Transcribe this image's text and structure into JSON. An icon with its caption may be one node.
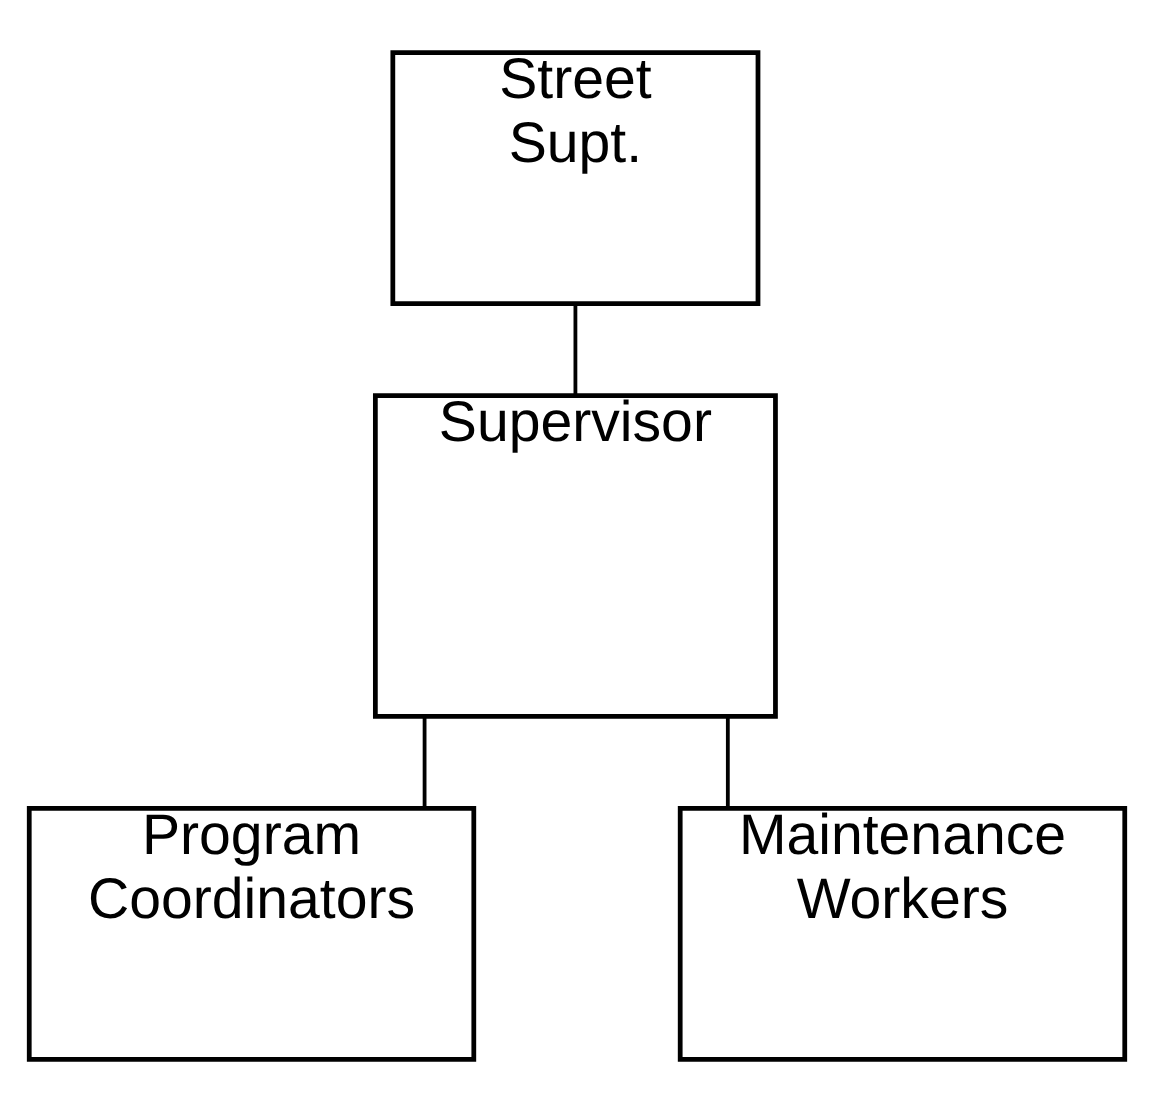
{
  "diagram": {
    "nodes": [
      {
        "text": [
          "Street Supt."
        ]
      },
      {
        "text": [
          "Supervisor"
        ]
      },
      {
        "text": [
          "Program Coordinators"
        ]
      },
      {
        "text": [
          "Maintenance Workers"
        ]
      }
    ],
    "edges": [
      {
        "from": 0,
        "to": 1,
        "arrow": "none"
      },
      {
        "from": 1,
        "to": 2,
        "arrow": "none"
      },
      {
        "from": 1,
        "to": 3,
        "arrow": "none"
      }
    ]
  }
}
